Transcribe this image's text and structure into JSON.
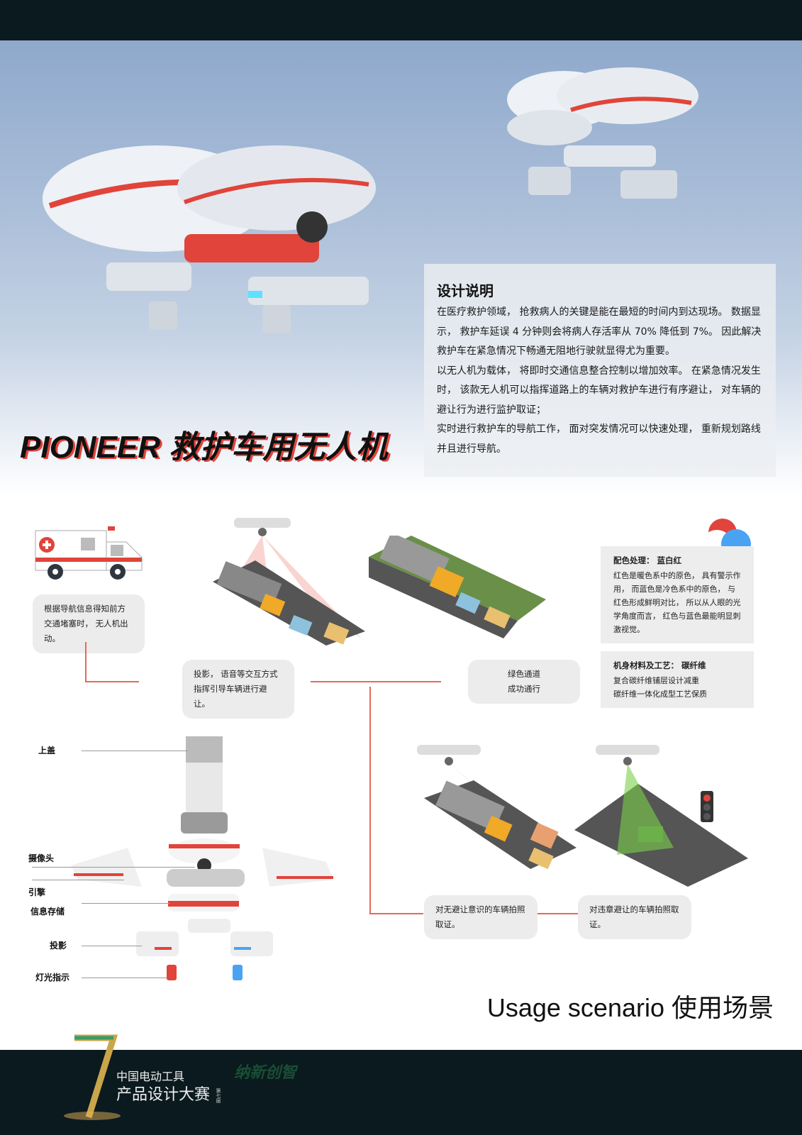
{
  "title": "PIONEER 救护车用无人机",
  "description": {
    "heading": "设计说明",
    "paragraphs": [
      "在医疗救护领域， 抢救病人的关键是能在最短的时间内到达现场。 数据显示， 救护车延误 4 分钟则会将病人存活率从 70% 降低到 7%。 因此解决救护车在紧急情况下畅通无阻地行驶就显得尤为重要。",
      "以无人机为载体， 将即时交通信息整合控制以增加效率。 在紧急情况发生时， 该款无人机可以指挥道路上的车辆对救护车进行有序避让， 对车辆的避让行为进行监护取证；",
      "实时进行救护车的导航工作， 面对突发情况可以快速处理， 重新规划路线并且进行导航。"
    ]
  },
  "scenario": {
    "step1": "根据导航信息得知前方交通堵塞时， 无人机出动。",
    "step2": "投影， 语音等交互方式指挥引导车辆进行避让。",
    "step3": "绿色通道\n成功通行",
    "step4": "对无避让意识的车辆拍照取证。",
    "step5": "对违章避让的车辆拍照取证。"
  },
  "color_scheme": {
    "heading": "配色处理： 蓝白红",
    "body": "红色是暖色系中的原色， 具有警示作用， 而蓝色是冷色系中的原色， 与红色形成鲜明对比， 所以从人眼的光学角度而言， 红色与蓝色最能明显刺激视觉。",
    "colors": {
      "red": "#e0443a",
      "white": "#ffffff",
      "blue": "#4aa3f2"
    }
  },
  "material": {
    "heading": "机身材料及工艺： 碳纤维",
    "lines": [
      "复合碳纤维铺层设计减重",
      "碳纤维一体化成型工艺保质"
    ]
  },
  "parts": [
    "上盖",
    "摄像头",
    "引擎",
    "信息存储",
    "投影",
    "灯光指示"
  ],
  "usage_title": "Usage scenario  使用场景",
  "footer": {
    "slogan": "纳新创智",
    "line1": "中国电动工具",
    "line2": "产品设计大赛",
    "edition": "第七届"
  }
}
